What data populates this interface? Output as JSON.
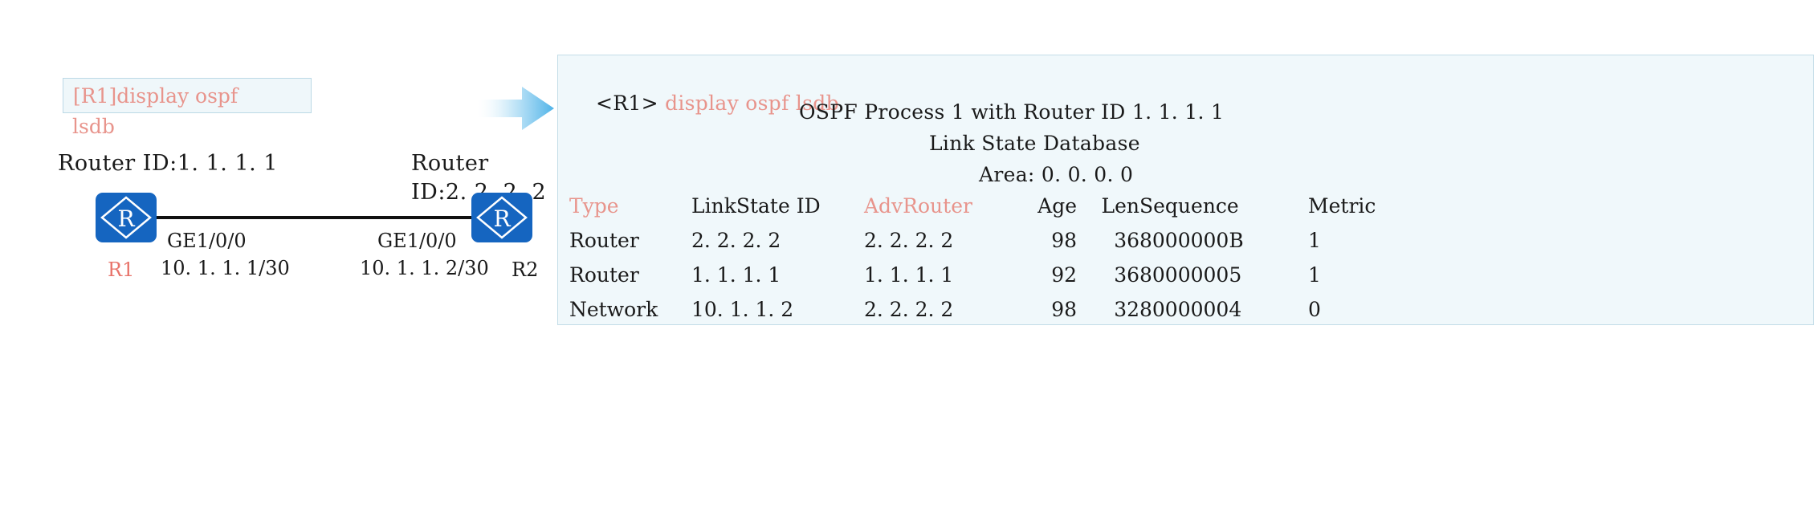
{
  "left_panel": {
    "command_box": {
      "line1": "[R1]display ospf",
      "line2": "lsdb"
    },
    "router1": {
      "id_label": "Router ID:1. 1. 1. 1",
      "name": "R1",
      "interface_name": "GE1/0/0",
      "interface_address": "10. 1. 1. 1/30",
      "icon": "router-icon"
    },
    "router2": {
      "id_label_line1": "Router",
      "id_label_line2": "ID:2. 2. 2. 2",
      "name": "R2",
      "interface_name": "GE1/0/0",
      "interface_address": "10. 1. 1. 2/30",
      "icon": "router-icon"
    },
    "link": "ethernet-link"
  },
  "arrow": {
    "icon": "arrow-right-icon"
  },
  "terminal": {
    "prompt": "<R1>",
    "command": "display ospf lsdb",
    "process_line": "OSPF Process 1 with Router ID 1. 1. 1. 1",
    "database_line": "Link State Database",
    "area_line": "Area: 0. 0. 0. 0",
    "headers": {
      "type": "Type",
      "linkstate_id": "LinkState ID",
      "adv_router": "AdvRouter",
      "age": "Age",
      "len": "Len",
      "sequence": "Sequence",
      "metric": "Metric"
    },
    "rows": [
      {
        "type": "Router",
        "linkstate_id": "2. 2. 2. 2",
        "adv_router": "2. 2. 2. 2",
        "age": "98",
        "len": "36",
        "sequence": "8000000B",
        "metric": "1"
      },
      {
        "type": "Router",
        "linkstate_id": "1. 1. 1. 1",
        "adv_router": "1. 1. 1. 1",
        "age": "92",
        "len": "36",
        "sequence": "80000005",
        "metric": "1"
      },
      {
        "type": "Network",
        "linkstate_id": "10. 1. 1. 2",
        "adv_router": "2. 2. 2. 2",
        "age": "98",
        "len": "32",
        "sequence": "80000004",
        "metric": "0"
      }
    ]
  },
  "colors": {
    "highlight": "#e8948c",
    "panel_bg": "#f0f8fb",
    "panel_border": "#c3dde8",
    "router_blue": "#1565c0",
    "arrow_blue": "#4fb3e8"
  }
}
